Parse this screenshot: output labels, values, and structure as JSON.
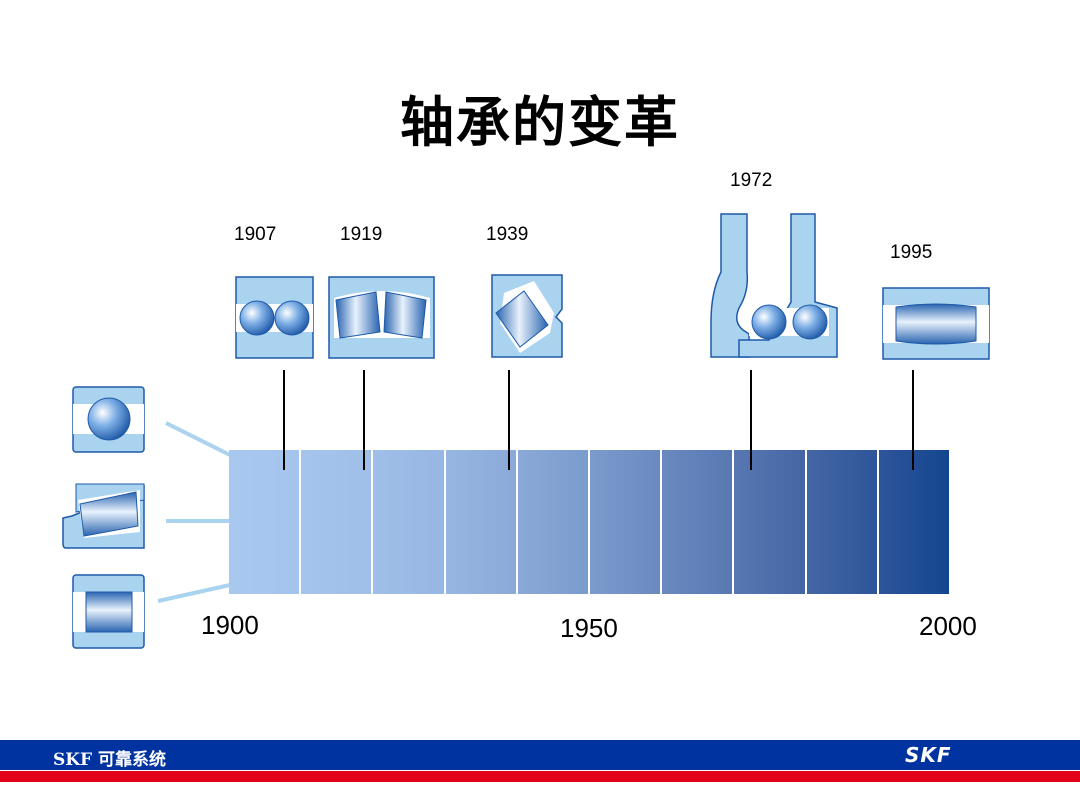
{
  "title": "轴承的变革",
  "timeline": {
    "axis_labels": [
      "1900",
      "1950",
      "2000"
    ],
    "gradient_colors": [
      "#a8c8f0",
      "#a4c4ee",
      "#9fbfe9",
      "#97b7e2",
      "#8aa9d8",
      "#7b9bcd",
      "#6a89c0",
      "#5878b2",
      "#4466a4",
      "#2e559a",
      "#13468f"
    ]
  },
  "milestones": [
    {
      "year": "1907",
      "icon": "double-row-ball-bearing-icon"
    },
    {
      "year": "1919",
      "icon": "spherical-roller-bearing-icon"
    },
    {
      "year": "1939",
      "icon": "thrust-roller-bearing-icon"
    },
    {
      "year": "1972",
      "icon": "hub-bearing-unit-icon"
    },
    {
      "year": "1995",
      "icon": "carb-toroidal-roller-bearing-icon"
    }
  ],
  "legacy_bearings": [
    {
      "icon": "deep-groove-ball-bearing-icon"
    },
    {
      "icon": "tapered-roller-bearing-icon"
    },
    {
      "icon": "cylindrical-roller-bearing-icon"
    }
  ],
  "colors": {
    "bearing_fill": "#a9d3ef",
    "bearing_stroke": "#1f5aa8",
    "footer_blue": "#0033a0",
    "footer_red": "#e3001b"
  },
  "footer": {
    "text": "SKF 可靠系统",
    "logo": "SKF"
  }
}
